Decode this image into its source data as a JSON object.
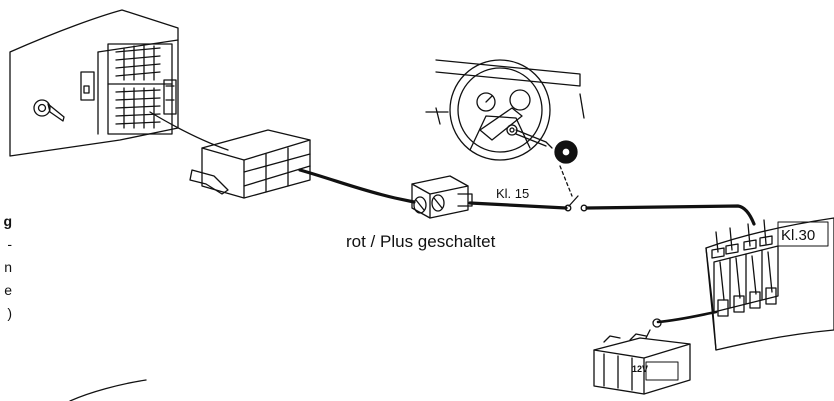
{
  "labels": {
    "main": "rot  /  Plus geschaltet",
    "terminal_15": "Kl. 15",
    "terminal_30": "Kl.30",
    "battery": "12V"
  },
  "edge_text": [
    "g",
    "-",
    "n",
    "e",
    ")"
  ],
  "colors": {
    "line": "#111111",
    "background": "#ffffff"
  }
}
